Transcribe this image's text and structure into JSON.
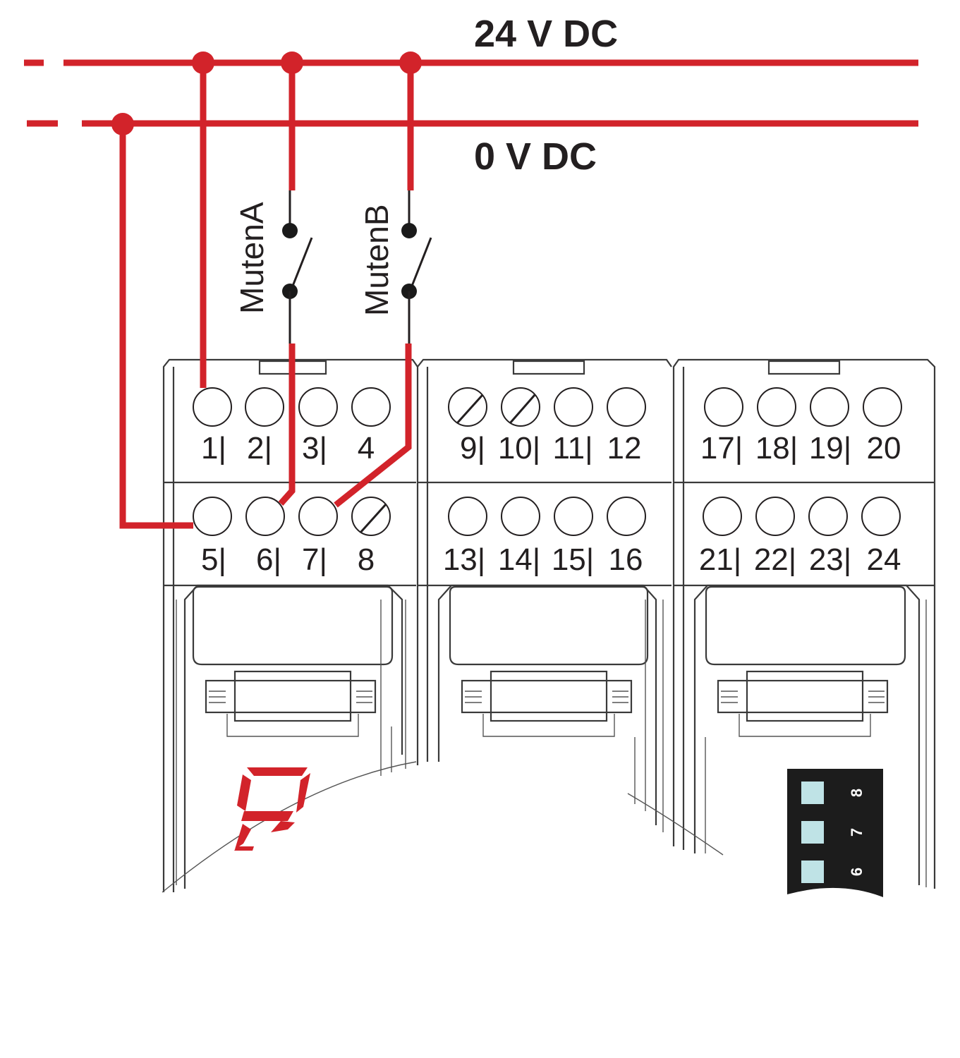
{
  "rails": {
    "positive_label": "24 V DC",
    "negative_label": "0 V DC"
  },
  "switches": [
    {
      "label": "MutenA"
    },
    {
      "label": "MutenB"
    }
  ],
  "modules": [
    {
      "top_terminals": [
        "1|",
        "2|",
        "3|",
        "4"
      ],
      "bottom_terminals": [
        "5|",
        "6|",
        "7|",
        "8"
      ]
    },
    {
      "top_terminals": [
        "9|",
        "10|",
        "11|",
        "12"
      ],
      "bottom_terminals": [
        "13|",
        "14|",
        "15|",
        "16"
      ]
    },
    {
      "top_terminals": [
        "17|",
        "18|",
        "19|",
        "20"
      ],
      "bottom_terminals": [
        "21|",
        "22|",
        "23|",
        "24"
      ]
    }
  ],
  "dip_switch": {
    "numbers": [
      "8",
      "7",
      "6"
    ]
  },
  "colors": {
    "wire": "#d2232a",
    "display": "#d2232a",
    "dip_body": "#1c1c1c",
    "dip_slider": "#bfe3e6"
  },
  "icons": {
    "display": "seven-segment-display-icon",
    "crossed_terminal": "crossed-terminal-icon"
  }
}
